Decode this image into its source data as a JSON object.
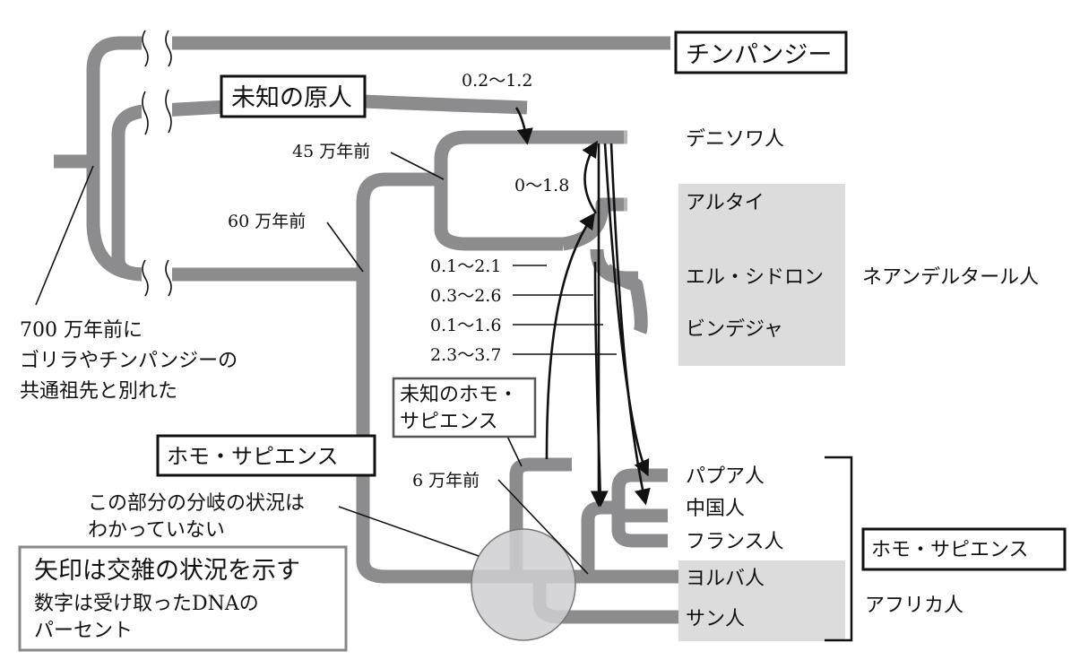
{
  "diagram": {
    "nodes": {
      "chimp": "チンパンジー",
      "unknown_archaic": "未知の原人",
      "denisovan": "デニソワ人",
      "altai": "アルタイ",
      "el_sidron": "エル・シドロン",
      "vindija": "ビンデジャ",
      "neanderthal_group": "ネアンデルタール人",
      "unknown_sapiens_l1": "未知のホモ・",
      "unknown_sapiens_l2": "サピエンス",
      "homo_sapiens_left": "ホモ・サピエンス",
      "papua": "パプア人",
      "china": "中国人",
      "france": "フランス人",
      "yoruba": "ヨルバ人",
      "san": "サン人",
      "homo_sapiens_right": "ホモ・サピエンス",
      "africans": "アフリカ人"
    },
    "times": {
      "t45": "45 万年前",
      "t60": "60 万年前",
      "t6": "6 万年前"
    },
    "percents": {
      "p1": "0.2〜1.2",
      "p2": "0〜1.8",
      "p3": "0.1〜2.1",
      "p4": "0.3〜2.6",
      "p5": "0.1〜1.6",
      "p6": "2.3〜3.7"
    },
    "notes": {
      "split_l1": "700 万年前に",
      "split_l2": "ゴリラやチンパンジーの",
      "split_l3": "共通祖先と別れた",
      "unknown_l1": "この部分の分岐の状況は",
      "unknown_l2": "わかっていない"
    },
    "legend": {
      "title": "矢印は交雑の状況を示す",
      "line2": "数字は受け取ったDNAの",
      "line3": "パーセント"
    },
    "colors": {
      "branch": "#8c8c8e",
      "shade": "#dcdcdd",
      "ellipse": "#cfcfd1"
    }
  }
}
